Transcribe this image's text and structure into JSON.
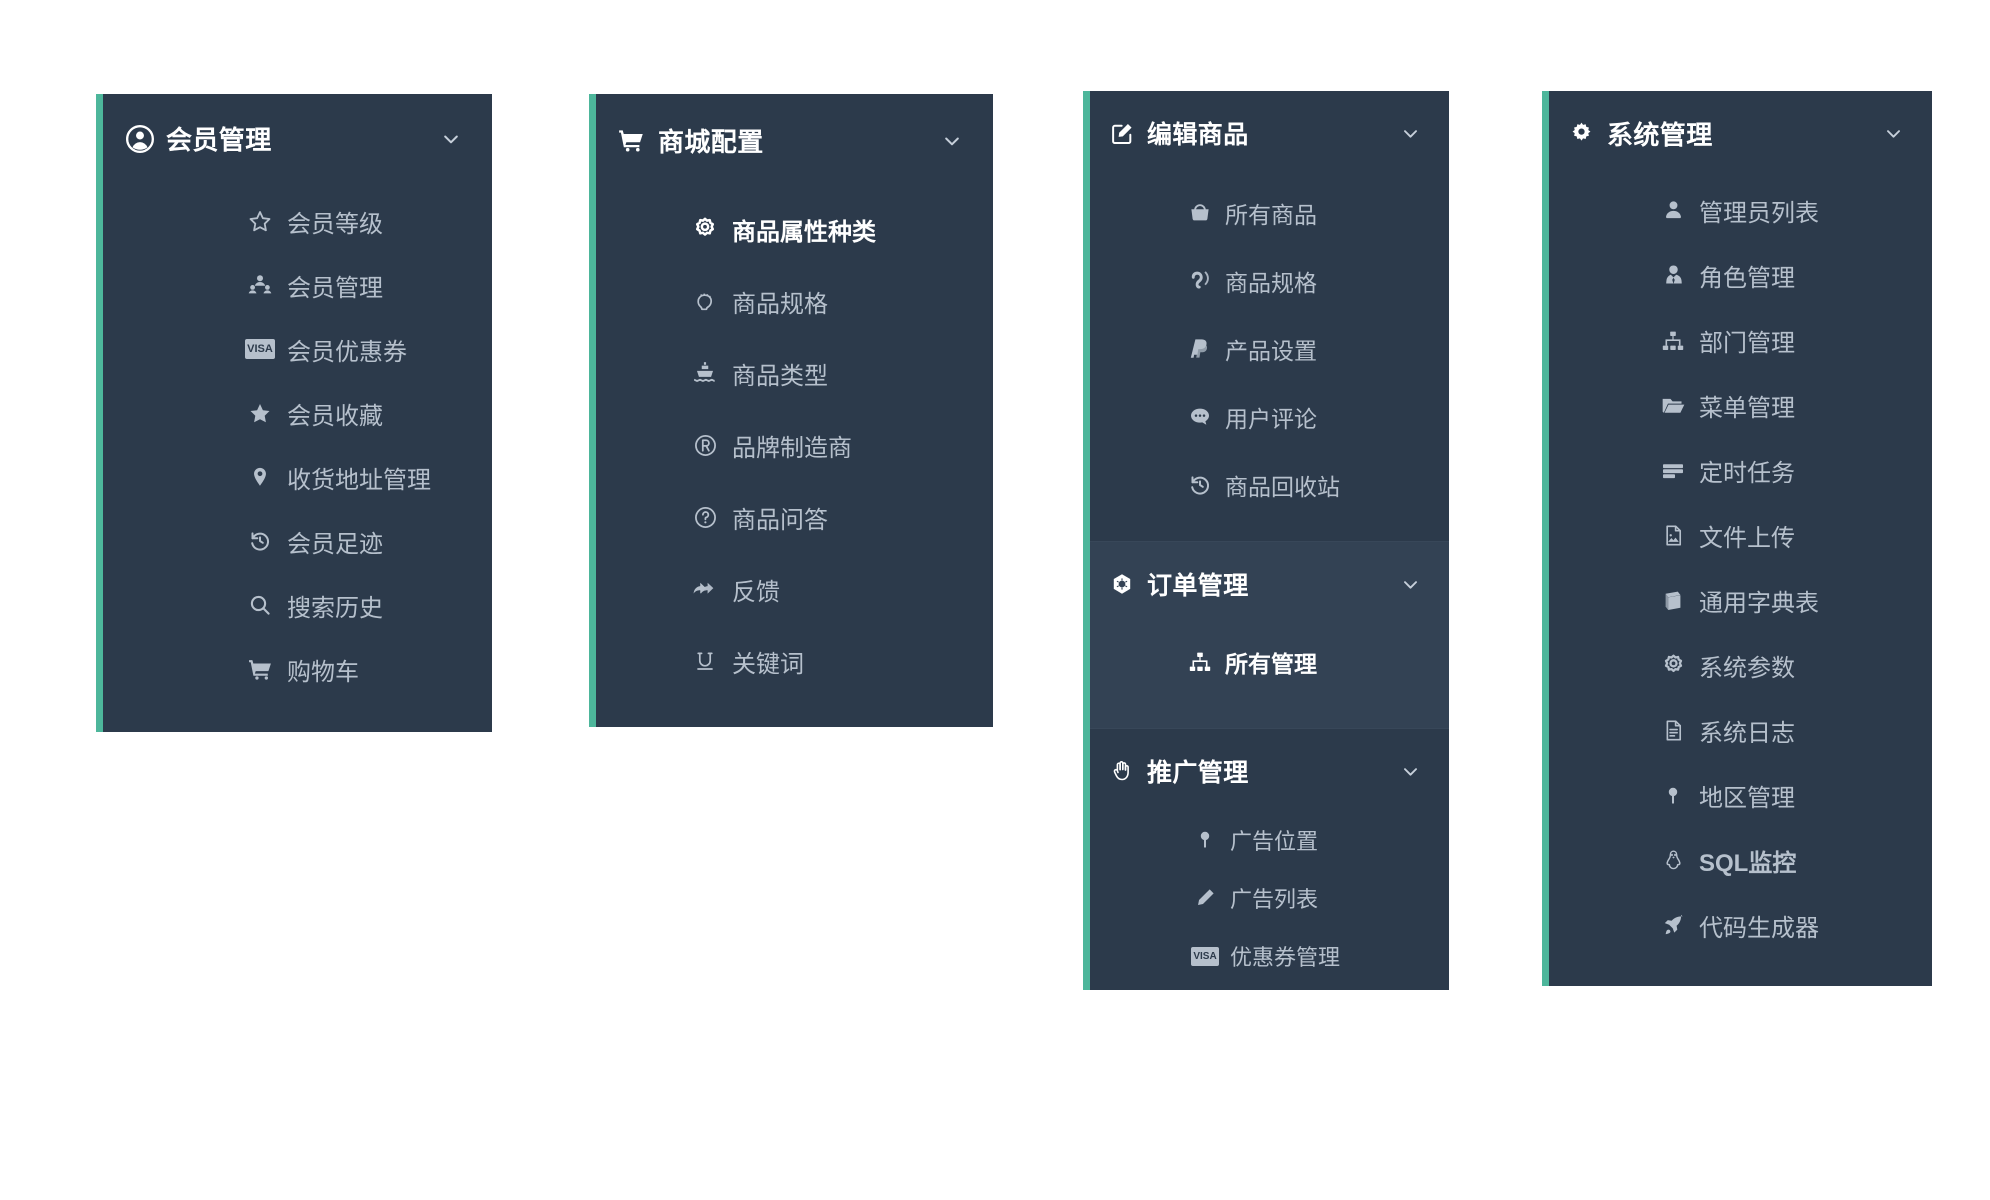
{
  "theme": {
    "panel_bg": "#2c3a4b",
    "accent": "#4db69b",
    "item_text": "#b6c0cc",
    "active_text": "#ffffff",
    "page_bg": "#ffffff",
    "highlight_bg": "#334254"
  },
  "panels": [
    {
      "id": "member",
      "groups": [
        {
          "id": "member-main",
          "header": {
            "label": "会员管理",
            "icon": "user-circle-icon",
            "chevron": "chevron-down-icon"
          },
          "items": [
            {
              "label": "会员等级",
              "icon": "star-outline-icon",
              "active": false
            },
            {
              "label": "会员管理",
              "icon": "users-group-icon",
              "active": false
            },
            {
              "label": "会员优惠券",
              "icon": "visa-card-icon",
              "active": false
            },
            {
              "label": "会员收藏",
              "icon": "star-filled-icon",
              "active": false
            },
            {
              "label": "收货地址管理",
              "icon": "map-pin-icon",
              "active": false
            },
            {
              "label": "会员足迹",
              "icon": "history-icon",
              "active": false
            },
            {
              "label": "搜索历史",
              "icon": "search-icon",
              "active": false
            },
            {
              "label": "购物车",
              "icon": "shopping-cart-icon",
              "active": false
            }
          ]
        }
      ]
    },
    {
      "id": "shop",
      "groups": [
        {
          "id": "shop-main",
          "header": {
            "label": "商城配置",
            "icon": "shopping-cart-icon",
            "chevron": "chevron-down-icon"
          },
          "items": [
            {
              "label": "商品属性种类",
              "icon": "gear-outline-icon",
              "active": true
            },
            {
              "label": "商品规格",
              "icon": "hand-grab-icon",
              "active": false
            },
            {
              "label": "商品类型",
              "icon": "ship-icon",
              "active": false
            },
            {
              "label": "品牌制造商",
              "icon": "registered-icon",
              "active": false
            },
            {
              "label": "商品问答",
              "icon": "question-circle-icon",
              "active": false
            },
            {
              "label": "反馈",
              "icon": "reply-all-icon",
              "active": false
            },
            {
              "label": "关键词",
              "icon": "underline-icon",
              "active": false
            }
          ]
        }
      ]
    },
    {
      "id": "goods",
      "groups": [
        {
          "id": "goods-edit",
          "header": {
            "label": "编辑商品",
            "icon": "edit-square-icon",
            "chevron": "chevron-down-icon"
          },
          "items": [
            {
              "label": "所有商品",
              "icon": "shopping-bag-icon",
              "active": false
            },
            {
              "label": "商品规格",
              "icon": "hearing-icon",
              "active": false
            },
            {
              "label": "产品设置",
              "icon": "paypal-icon",
              "active": false
            },
            {
              "label": "用户评论",
              "icon": "comment-dots-icon",
              "active": false
            },
            {
              "label": "商品回收站",
              "icon": "history-icon",
              "active": false
            }
          ]
        },
        {
          "id": "goods-order",
          "highlight": true,
          "header": {
            "label": "订单管理",
            "icon": "hexagon-snowflake-icon",
            "chevron": "chevron-down-icon"
          },
          "items": [
            {
              "label": "所有管理",
              "icon": "sitemap-icon",
              "active": true
            }
          ]
        },
        {
          "id": "goods-promo",
          "header": {
            "label": "推广管理",
            "icon": "hand-paper-icon",
            "chevron": "chevron-down-icon"
          },
          "items": [
            {
              "label": "广告位置",
              "icon": "map-marker-icon",
              "active": false
            },
            {
              "label": "广告列表",
              "icon": "pencil-icon",
              "active": false
            },
            {
              "label": "优惠券管理",
              "icon": "visa-card-icon",
              "active": false
            }
          ]
        }
      ]
    },
    {
      "id": "system",
      "groups": [
        {
          "id": "system-main",
          "header": {
            "label": "系统管理",
            "icon": "gear-filled-icon",
            "chevron": "chevron-down-icon"
          },
          "items": [
            {
              "label": "管理员列表",
              "icon": "user-filled-icon",
              "active": false
            },
            {
              "label": "角色管理",
              "icon": "user-tie-icon",
              "active": false
            },
            {
              "label": "部门管理",
              "icon": "sitemap-icon",
              "active": false
            },
            {
              "label": "菜单管理",
              "icon": "folder-open-icon",
              "active": false
            },
            {
              "label": "定时任务",
              "icon": "server-icon",
              "active": false
            },
            {
              "label": "文件上传",
              "icon": "image-file-icon",
              "active": false
            },
            {
              "label": "通用字典表",
              "icon": "book-icon",
              "active": false
            },
            {
              "label": "系统参数",
              "icon": "gear-outline-icon",
              "active": false
            },
            {
              "label": "系统日志",
              "icon": "file-lines-icon",
              "active": false
            },
            {
              "label": "地区管理",
              "icon": "map-marker-icon",
              "active": false
            },
            {
              "label": "SQL监控",
              "icon": "linux-penguin-icon",
              "active": false,
              "bold": true
            },
            {
              "label": "代码生成器",
              "icon": "rocket-icon",
              "active": false
            }
          ]
        }
      ]
    }
  ],
  "icon_glyphs": {
    "user-circle-icon": "◉",
    "star-outline-icon": "☆",
    "users-group-icon": "⚶",
    "visa-card-icon": "VISA",
    "star-filled-icon": "★",
    "map-pin-icon": "⚲",
    "history-icon": "↺",
    "search-icon": "⚲",
    "shopping-cart-icon": "🛒",
    "gear-outline-icon": "✲",
    "hand-grab-icon": "✋",
    "ship-icon": "⛴",
    "registered-icon": "®",
    "question-circle-icon": "?",
    "reply-all-icon": "↰",
    "underline-icon": "U",
    "edit-square-icon": "✎",
    "shopping-bag-icon": "👜",
    "hearing-icon": "👂",
    "paypal-icon": "P",
    "comment-dots-icon": "💬",
    "hexagon-snowflake-icon": "✻",
    "sitemap-icon": "⛬",
    "hand-paper-icon": "✋",
    "map-marker-icon": "⚲",
    "pencil-icon": "✐",
    "gear-filled-icon": "⚙",
    "user-filled-icon": "👤",
    "user-tie-icon": "👔",
    "folder-open-icon": "📂",
    "server-icon": "▤",
    "image-file-icon": "🖼",
    "book-icon": "📕",
    "file-lines-icon": "🗎",
    "linux-penguin-icon": "🐧",
    "rocket-icon": "🚀"
  }
}
